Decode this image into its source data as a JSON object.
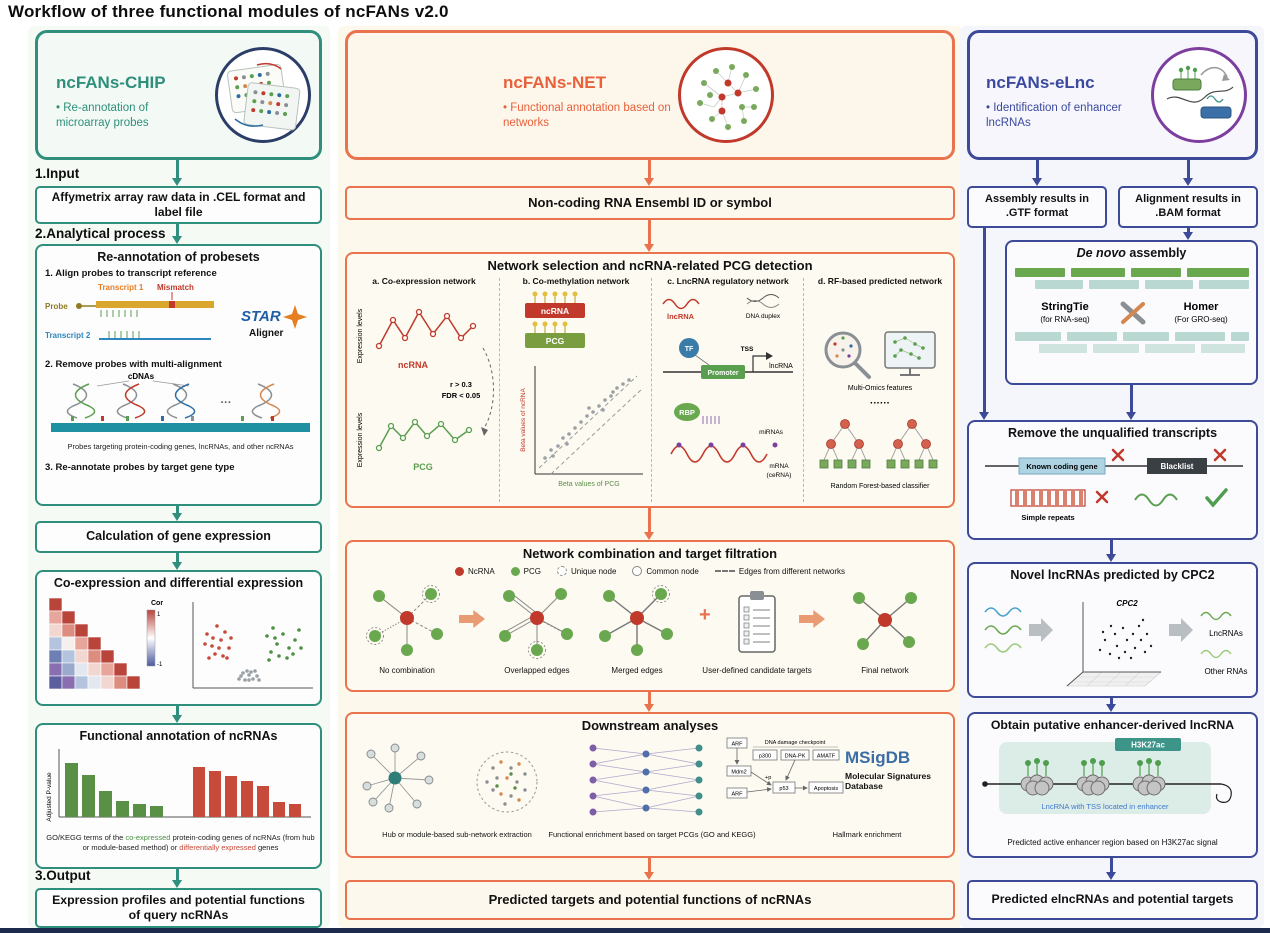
{
  "title": "Workflow of three functional modules of ncFANs v2.0",
  "colors": {
    "chip_accent": "#2f8f7c",
    "net_accent": "#e9734e",
    "elnc_accent": "#3d4a97",
    "elnc_circle": "#7d3f9e",
    "net_circle": "#c0392b",
    "chip_circle": "#2c3e67"
  },
  "chip": {
    "name": "ncFANs-CHIP",
    "subtitle": "Re-annotation of microarray probes",
    "sections": {
      "input": "1.Input",
      "process": "2.Analytical process",
      "output": "3.Output"
    },
    "input_box": "Affymetrix array raw data in .CEL format and label file",
    "probesets": {
      "title": "Re-annotation of probesets",
      "step1": "1. Align probes to transcript reference",
      "probe": "Probe",
      "transcript1": "Transcript 1",
      "mismatch": "Mismatch",
      "transcript2": "Transcript 2",
      "star": "STAR",
      "aligner": "Aligner",
      "step2": "2. Remove probes with multi-alignment",
      "cdnas": "cDNAs",
      "dots": "···",
      "caption": "Probes targeting protein-coding genes, lncRNAs, and other ncRNAs",
      "step3": "3. Re-annotate probes by target gene type"
    },
    "calc_box": "Calculation of gene expression",
    "coexpression": {
      "title": "Co-expression and differential expression",
      "cor": "Cor",
      "scale_max": "1",
      "scale_min": "-1"
    },
    "functional": {
      "title": "Functional annotation of ncRNAs",
      "ylabel": "Adjusted P-value",
      "caption_1": "GO/KEGG terms of the ",
      "caption_green": "co-expressed",
      "caption_2": " protein-coding genes of ncRNAs (from hub or module-based method) or ",
      "caption_red": "differentially expressed",
      "caption_3": " genes"
    },
    "output_box": "Expression profiles and potential functions of query ncRNAs"
  },
  "net": {
    "name": "ncFANs-NET",
    "subtitle": "Functional annotation based on networks",
    "id_box": "Non-coding RNA Ensembl ID or symbol",
    "selection": {
      "title": "Network selection and ncRNA-related PCG detection",
      "a": {
        "title": "a. Co-expression network",
        "ylabel": "Expression levels",
        "ncrna": "ncRNA",
        "pcg": "PCG",
        "r": "r > 0.3",
        "fdr": "FDR < 0.05"
      },
      "b": {
        "title": "b. Co-methylation network",
        "ncrna": "ncRNA",
        "pcg": "PCG",
        "ylabel": "Beta values of ncRNA",
        "xlabel": "Beta values of PCG"
      },
      "c": {
        "title": "c. LncRNA regulatory network",
        "lncrna": "lncRNA",
        "duplex": "DNA duplex",
        "tf": "TF",
        "tss": "TSS",
        "promoter": "Promoter",
        "lncrna2": "lncRNA",
        "rbp": "RBP",
        "mirnas": "miRNAs",
        "mrna1": "mRNA",
        "mrna2": "(ceRNA)"
      },
      "d": {
        "title": "d. RF-based predicted network",
        "features": "Multi-Omics features",
        "dots": "······",
        "classifier": "Random Forest-based classifier"
      }
    },
    "combination": {
      "title": "Network combination and target filtration",
      "legend": [
        "NcRNA",
        "PCG",
        "Unique node",
        "Common node",
        "Edges from different networks"
      ],
      "stages": [
        "No combination",
        "Overlapped edges",
        "Merged edges",
        "User-defined candidate targets",
        "Final network"
      ],
      "plus": "+"
    },
    "downstream": {
      "title": "Downstream analyses",
      "cap1": "Hub or module-based sub-network extraction",
      "cap2": "Functional enrichment based on target PCGs (GO and KEGG)",
      "cap3": "Hallmark enrichment",
      "msigdb": "MSigDB",
      "msigdb_sub1": "Molecular Signatures",
      "msigdb_sub2": "Database",
      "pathway": {
        "checkpoint": "DNA damage checkpoint",
        "p300": "p300",
        "dnapk": "DNA-PK",
        "amatf": "AMATF",
        "arf": "ARF",
        "mdm2": "Mdm2",
        "arf2": "ARF",
        "p53": "p53",
        "plusp": "+p",
        "apoptosis": "Apoptosis"
      }
    },
    "targets_box": "Predicted targets and potential functions of ncRNAs"
  },
  "elnc": {
    "name": "ncFANs-eLnc",
    "subtitle": "Identification of enhancer lncRNAs",
    "gtf_box": "Assembly results in .GTF format",
    "bam_box": "Alignment results in .BAM format",
    "denovo": {
      "title_italic": "De novo",
      "title_rest": " assembly",
      "stringtie": "StringTie",
      "stringtie_sub": "(for RNA-seq)",
      "homer": "Homer",
      "homer_sub": "(For GRO-seq)"
    },
    "remove": {
      "title": "Remove the unqualified transcripts",
      "known": "Known coding gene",
      "blacklist": "Blacklist",
      "repeats": "Simple repeats"
    },
    "cpc": {
      "title": "Novel lncRNAs predicted by CPC2",
      "cpc2": "CPC2",
      "lncrnas": "LncRNAs",
      "other": "Other RNAs"
    },
    "obtain": {
      "title": "Obtain putative enhancer-derived lncRNA",
      "h3k27ac": "H3K27ac",
      "lnc_tss": "LncRNA with TSS located in enhancer",
      "caption": "Predicted active enhancer region based on H3K27ac signal"
    },
    "final_box": "Predicted elncRNAs and potential targets"
  }
}
